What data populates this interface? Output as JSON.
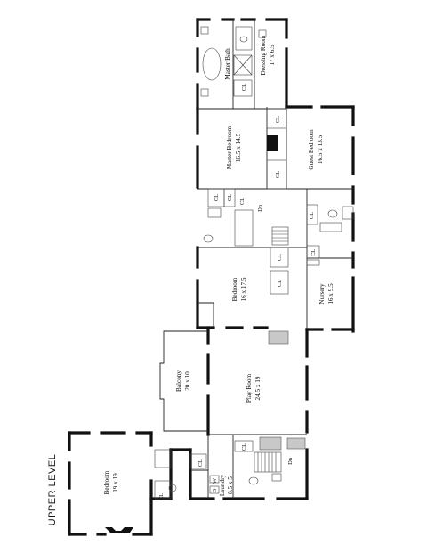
{
  "plan_title": "UPPER LEVEL",
  "rooms": {
    "master_bath": {
      "name": "Master Bath"
    },
    "dressing_room": {
      "name": "Dressing Room",
      "size": "17 x 6.5"
    },
    "master_bedroom": {
      "name": "Master Bedroom",
      "size": "16.5 x 14.5"
    },
    "guest_bedroom": {
      "name": "Guest Bedroom",
      "size": "16.5 x 13.5"
    },
    "bedroom_mid": {
      "name": "Bedroom",
      "size": "16 x 17.5"
    },
    "nursery": {
      "name": "Nursery",
      "size": "16 x 9.5"
    },
    "balcony": {
      "name": "Balcony",
      "size": "20 x 10"
    },
    "play_room": {
      "name": "Play Room",
      "size": "24.5 x 19"
    },
    "laundry": {
      "name": "Laundry",
      "size": "8.5 x 5"
    },
    "bedroom_left": {
      "name": "Bedroom",
      "size": "19 x 19"
    }
  },
  "labels": {
    "closet": "CL",
    "down": "Dn",
    "washer": "W",
    "dryer": "D"
  }
}
